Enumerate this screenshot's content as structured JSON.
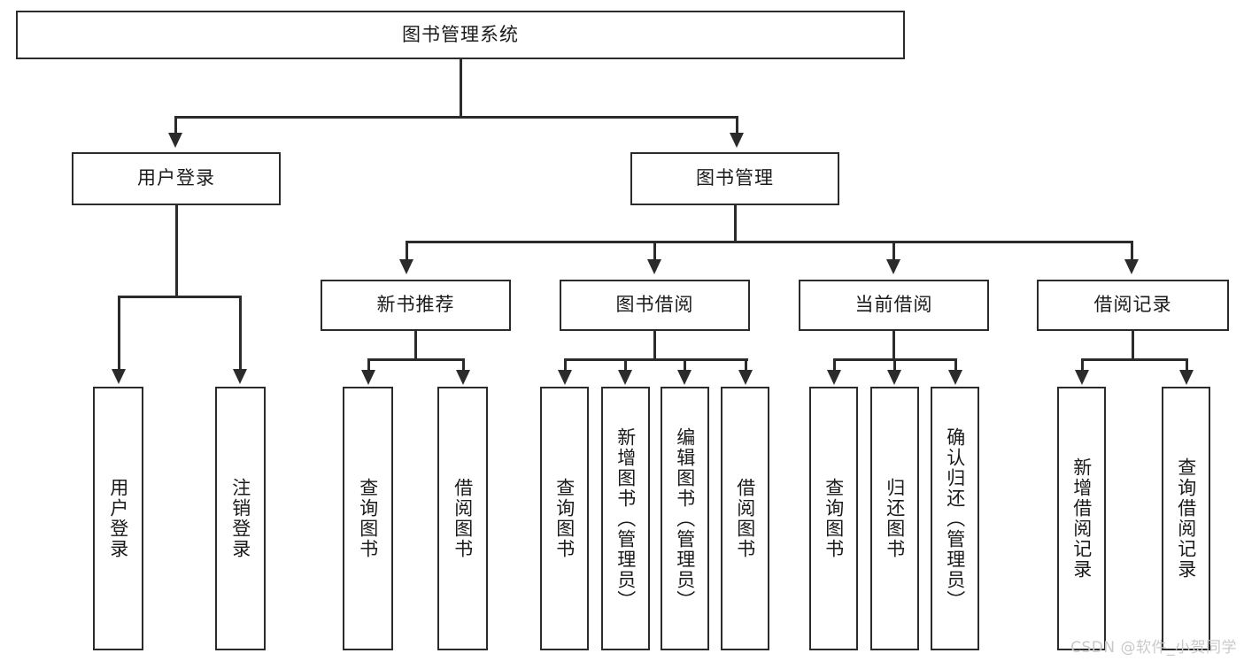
{
  "diagram": {
    "title": "图书管理系统",
    "type": "tree",
    "watermark": "CSDN @软件_小贺同学",
    "colors": {
      "stroke": "#2b2b2b",
      "fill": "#ffffff",
      "text": "#1a1a1a",
      "watermark": "#c9c9c9"
    },
    "levels": {
      "root": {
        "label": "图书管理系统"
      },
      "level2": [
        {
          "label": "用户登录"
        },
        {
          "label": "图书管理"
        }
      ],
      "level3": [
        {
          "label": "新书推荐"
        },
        {
          "label": "图书借阅"
        },
        {
          "label": "当前借阅"
        },
        {
          "label": "借阅记录"
        }
      ],
      "leaves": {
        "user_login": [
          {
            "label": "用户登录"
          },
          {
            "label": "注销登录"
          }
        ],
        "new_book_recommend": [
          {
            "label": "查询图书"
          },
          {
            "label": "借阅图书"
          }
        ],
        "book_borrow": [
          {
            "label": "查询图书"
          },
          {
            "label": "新增图书（管理员）"
          },
          {
            "label": "编辑图书（管理员）"
          },
          {
            "label": "借阅图书"
          }
        ],
        "current_borrow": [
          {
            "label": "查询图书"
          },
          {
            "label": "归还图书"
          },
          {
            "label": "确认归还（管理员）"
          }
        ],
        "borrow_record": [
          {
            "label": "新增借阅记录"
          },
          {
            "label": "查询借阅记录"
          }
        ]
      }
    }
  }
}
